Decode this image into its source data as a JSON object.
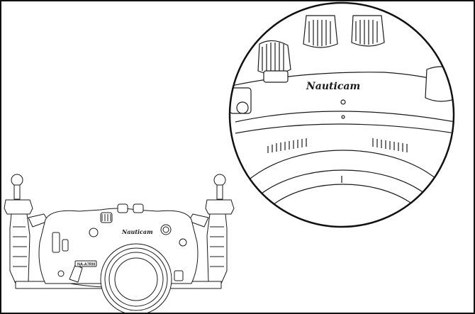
{
  "figure": {
    "brand_logo": "Nauticam",
    "model_badge": "NA-A7RIII",
    "line_color": "#1a1a1a",
    "background_color": "#ffffff"
  },
  "zoom_detail": {
    "brand_logo": "Nauticam"
  }
}
